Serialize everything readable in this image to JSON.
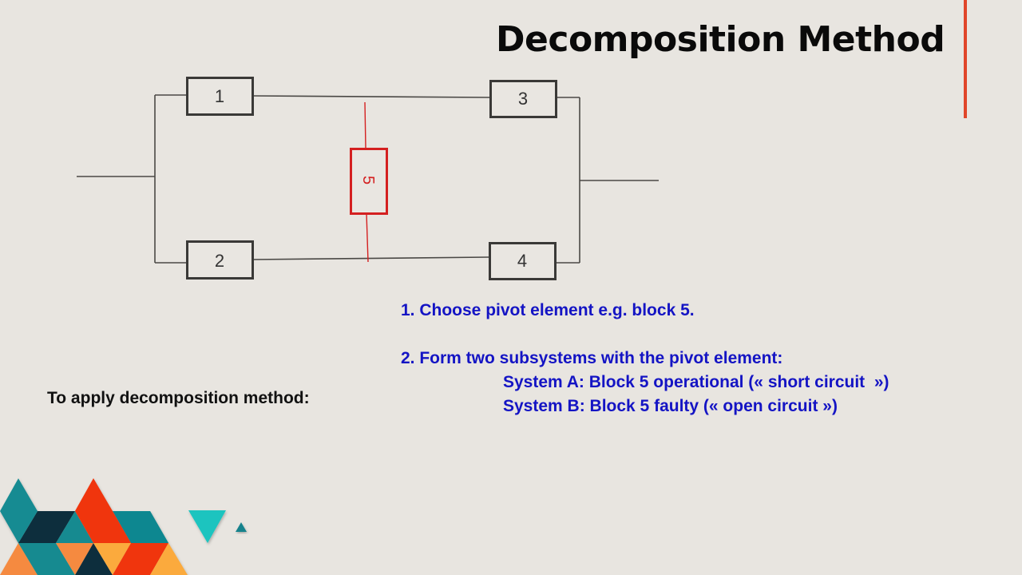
{
  "slide": {
    "title": "Decomposition Method",
    "accent_color": "#e0462a",
    "intro_text": "To apply decomposition method:",
    "steps": [
      {
        "label": "1. Choose pivot element e.g. block 5."
      },
      {
        "label": "2. Form two subsystems with the pivot element:"
      }
    ],
    "subsystems": [
      {
        "label": "System A: Block 5 operational (« short circuit  »)"
      },
      {
        "label": "System B: Block 5 faulty (« open circuit »)"
      }
    ],
    "text_color": "#1414c4"
  },
  "diagram": {
    "blocks": [
      {
        "id": "1",
        "label": "1"
      },
      {
        "id": "2",
        "label": "2"
      },
      {
        "id": "3",
        "label": "3"
      },
      {
        "id": "4",
        "label": "4"
      },
      {
        "id": "5",
        "label": "5",
        "pivot": true,
        "color": "#d42020"
      }
    ]
  }
}
